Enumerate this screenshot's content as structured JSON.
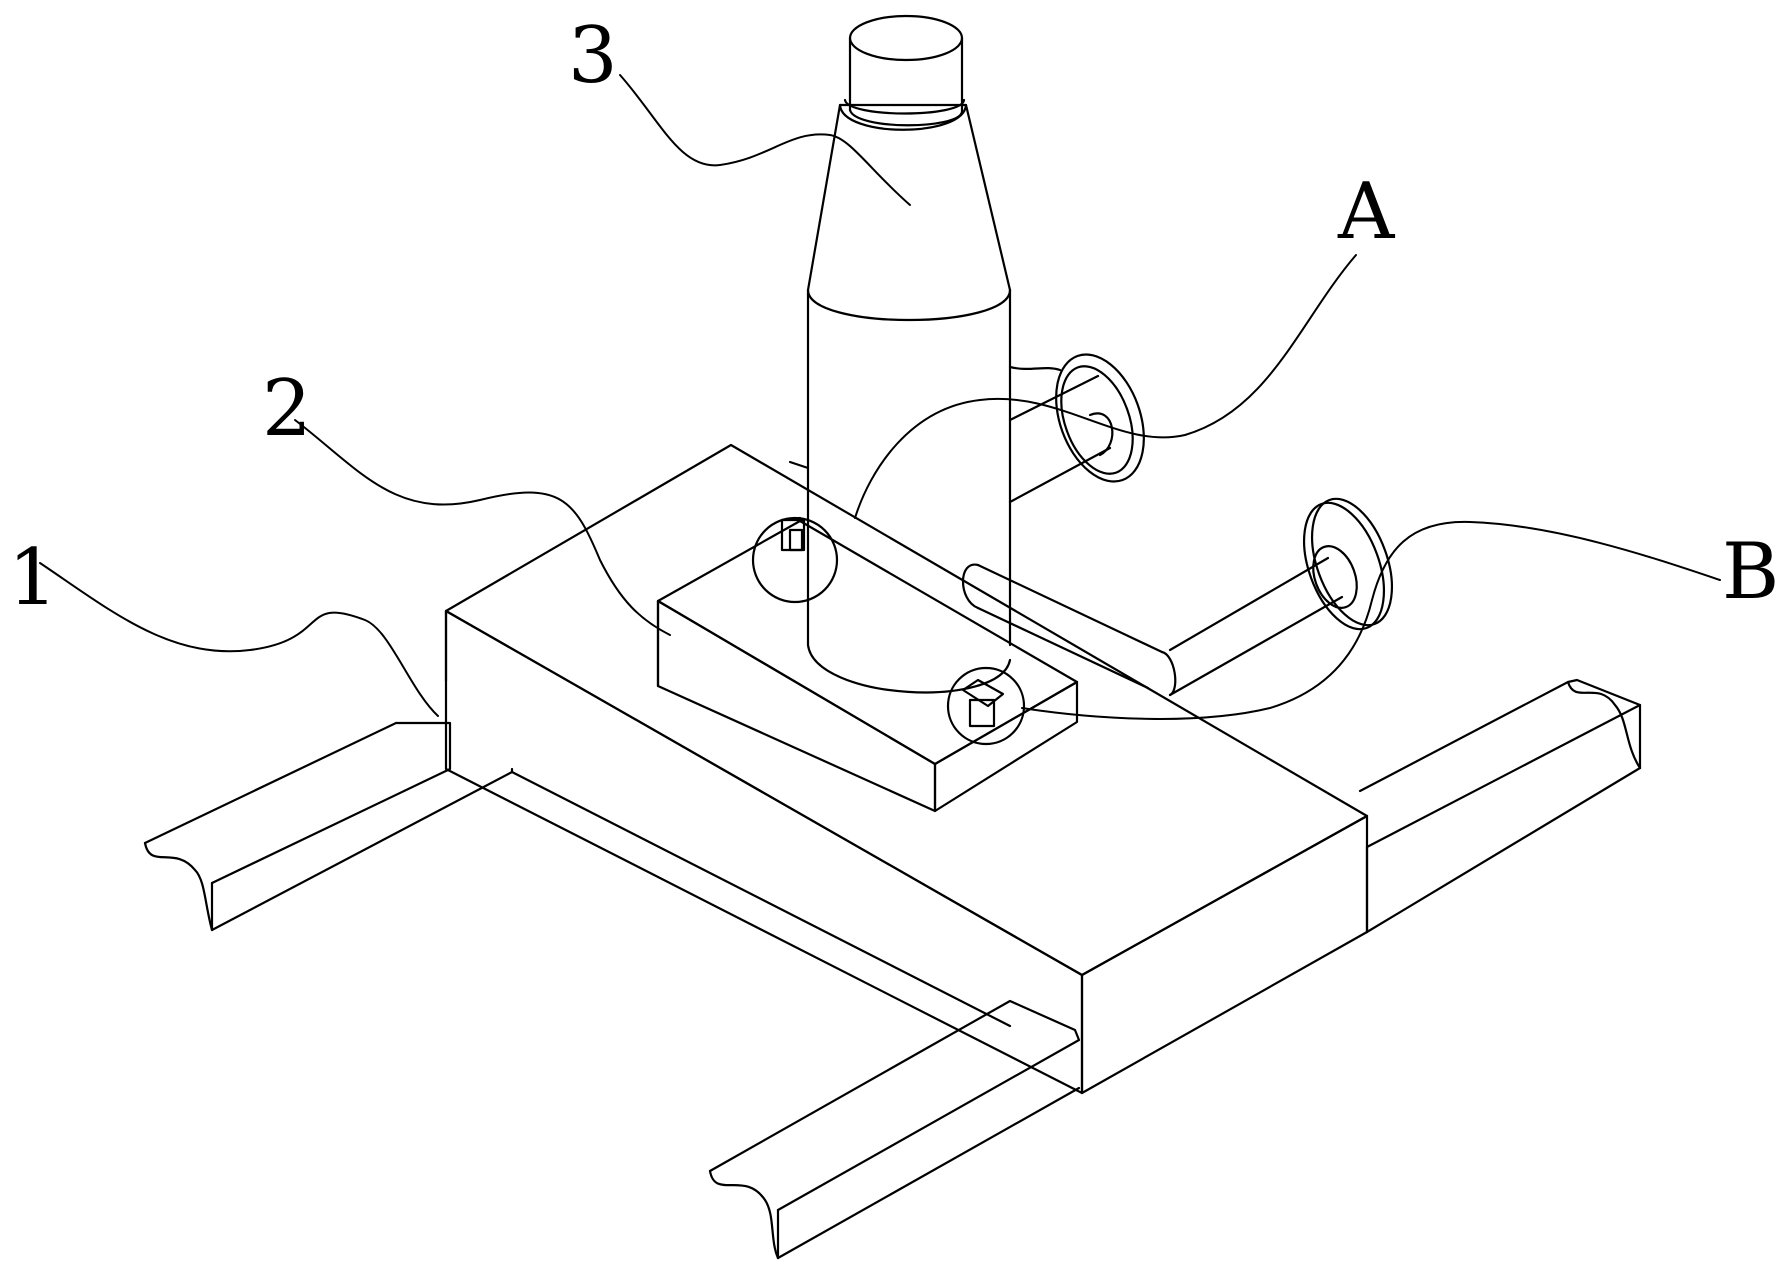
{
  "labels": {
    "part_1": "1",
    "part_2": "2",
    "part_3": "3",
    "detail_a": "A",
    "detail_b": "B"
  },
  "colors": {
    "line": "#000000",
    "background": "#ffffff"
  }
}
